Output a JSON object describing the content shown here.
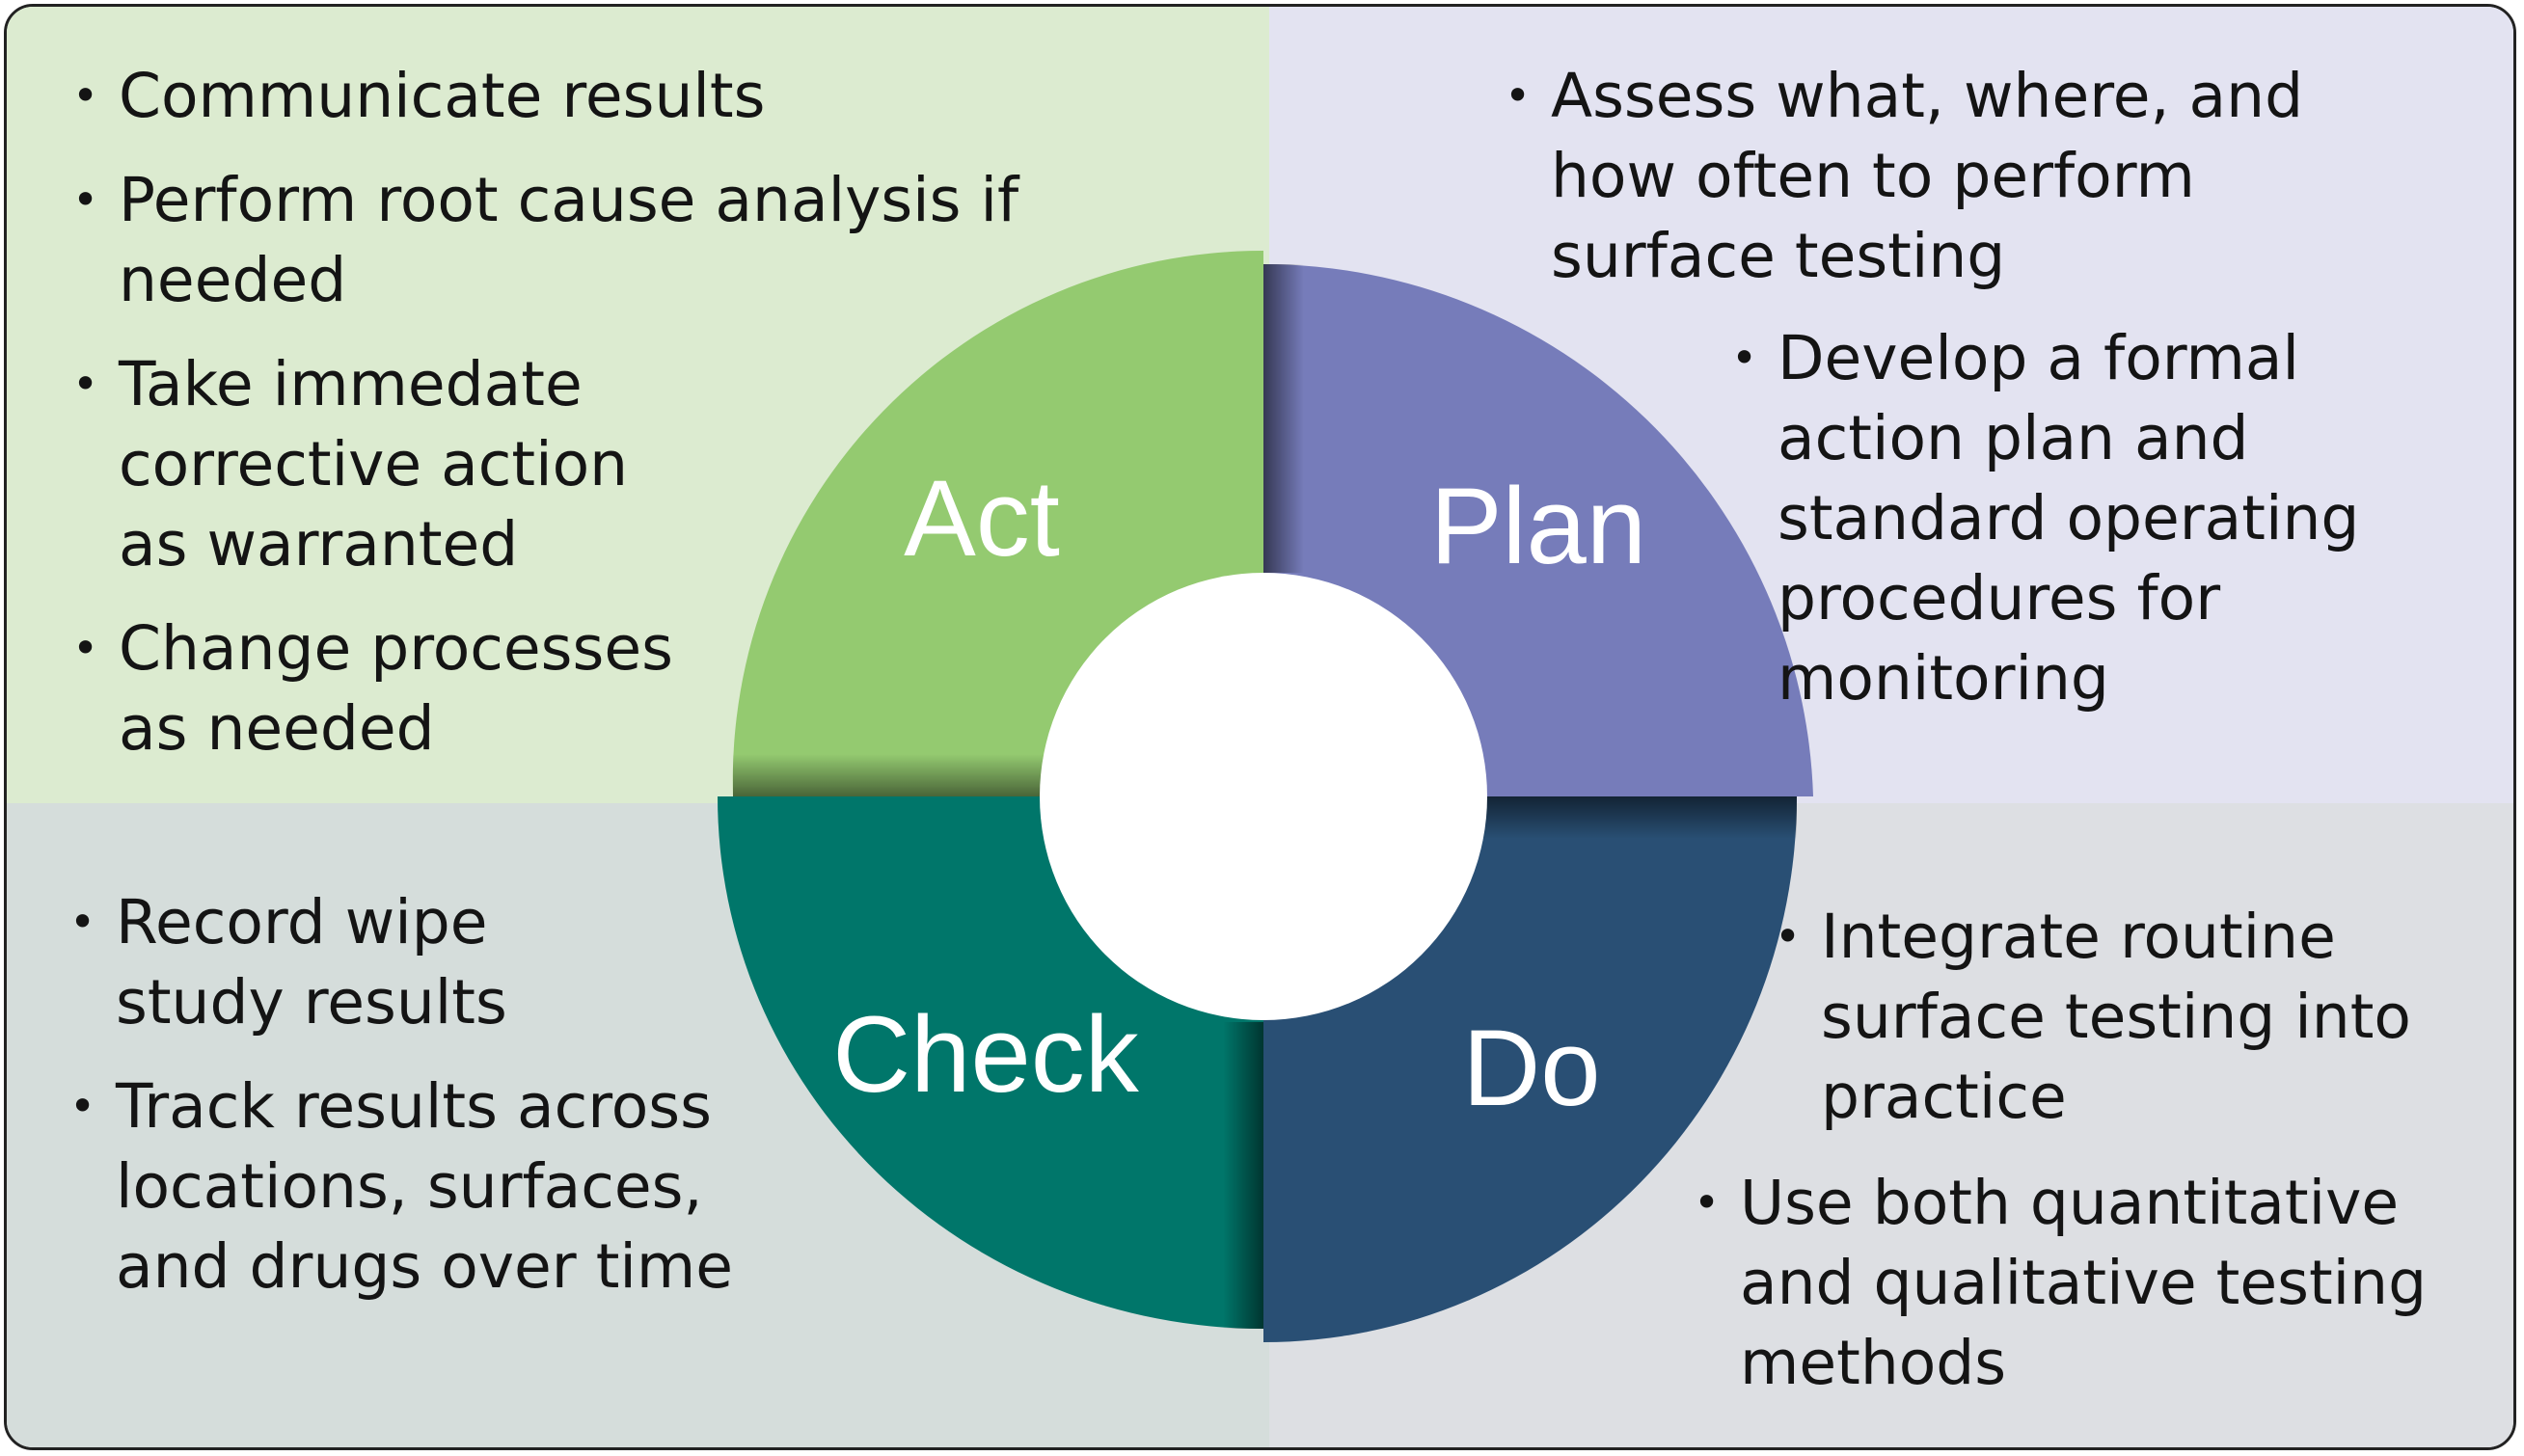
{
  "colors": {
    "act_bg": "#dcebd0",
    "plan_bg": "#e3e3f1",
    "check_bg": "#d5dddb",
    "do_bg": "#dddfe3",
    "act_segment": "#94ca70",
    "plan_segment": "#767cba",
    "check_segment": "#00766a",
    "do_segment": "#294f74",
    "center": "#ffffff",
    "text": "#141414",
    "segment_label": "#ffffff"
  },
  "cycle": {
    "act": {
      "label": "Act"
    },
    "plan": {
      "label": "Plan"
    },
    "check": {
      "label": "Check"
    },
    "do": {
      "label": "Do"
    }
  },
  "act_items": [
    "Communicate results",
    "Perform root cause analysis if needed",
    "Take immedate corrective action as warranted",
    "Change processes as needed"
  ],
  "plan_items": [
    "Assess what, where, and how often to perform surface testing",
    "Develop a formal action plan and standard operating procedures for monitoring"
  ],
  "check_items": [
    "Record wipe study results",
    "Track results across locations, surfaces, and drugs over time"
  ],
  "do_items": [
    "Integrate routine surface testing into practice",
    "Use both quantitative and qualitative testing methods"
  ]
}
